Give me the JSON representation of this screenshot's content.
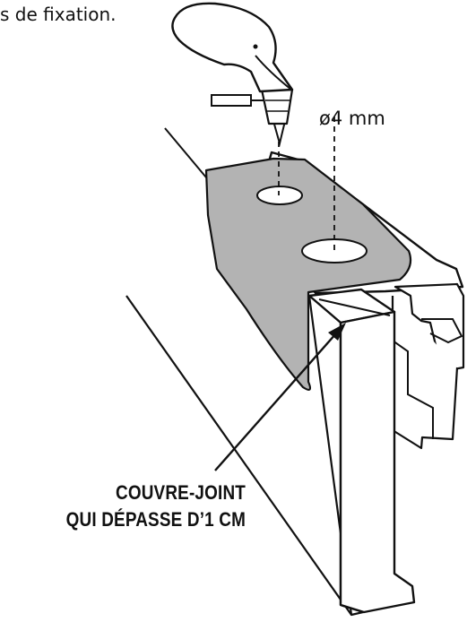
{
  "caption_top": "s de fixation.",
  "hole_diameter_label": "ø4 mm",
  "callout": {
    "line1": "COUVRE-JOINT",
    "line2": "QUI DÉPASSE D’1 CM"
  },
  "colors": {
    "stroke": "#111111",
    "plate_fill": "#b3b3b3",
    "background": "#ffffff"
  },
  "icons": [
    "cordless-drill-icon"
  ]
}
